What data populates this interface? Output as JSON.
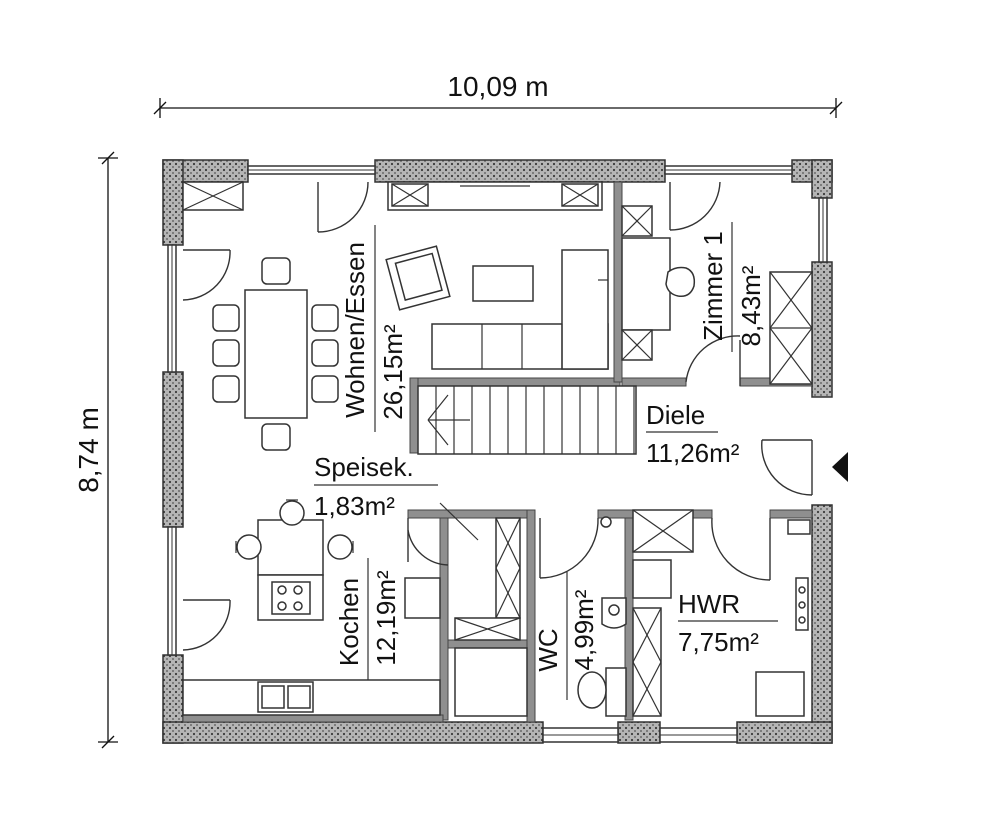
{
  "dimensions": {
    "width_label": "10,09 m",
    "height_label": "8,74 m"
  },
  "rooms": {
    "wohnen": {
      "name": "Wohnen/Essen",
      "area": "26,15m²"
    },
    "zimmer": {
      "name": "Zimmer 1",
      "area": "8,43m²"
    },
    "diele": {
      "name": "Diele",
      "area": "11,26m²"
    },
    "speisek": {
      "name": "Speisek.",
      "area": "1,83m²"
    },
    "kochen": {
      "name": "Kochen",
      "area": "12,19m²"
    },
    "wc": {
      "name": "WC",
      "area": "4,99m²"
    },
    "hwr": {
      "name": "HWR",
      "area": "7,75m²"
    }
  },
  "colors": {
    "wall_dark": "#333333",
    "wall_fill": "#9a9a9a",
    "line": "#111111",
    "background": "#ffffff"
  },
  "icons": {
    "entrance": "entrance-arrow-icon"
  }
}
